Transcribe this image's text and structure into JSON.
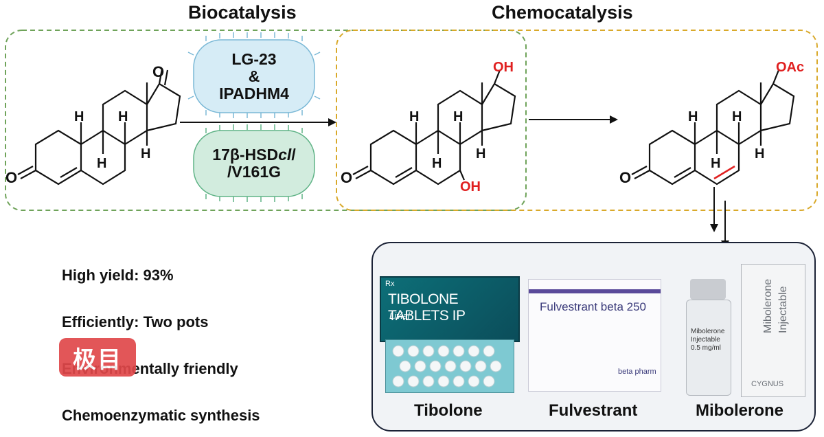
{
  "headers": {
    "left": "Biocatalysis",
    "right": "Chemocatalysis"
  },
  "enzymes": {
    "top_line1": "LG-23",
    "top_line2": "&",
    "top_line3": "IPADHM4",
    "bottom_line1_a": "17β-HSD",
    "bottom_line1_b": "cl",
    "bottom_line1_c": "/",
    "bottom_line2": "/V161G"
  },
  "molecules": {
    "start": {
      "carbonyl_top": "O",
      "carbonyl_left": "O",
      "h1": "H",
      "h2": "H",
      "h3": "H",
      "h4": "H"
    },
    "intermediate": {
      "oh_top": "OH",
      "oh_bottom": "OH",
      "carbonyl_left": "O",
      "h1": "H",
      "h2": "H",
      "h3": "H",
      "h4": "H"
    },
    "product": {
      "oac": "OAc",
      "carbonyl_left": "O",
      "h1": "H",
      "h2": "H",
      "h3": "H",
      "h4": "H"
    }
  },
  "features": [
    "High yield: 93%",
    "Efficiently: Two pots",
    "Environmentally friendly",
    "Chemoenzymatic synthesis"
  ],
  "watermark": "极目",
  "products": [
    {
      "name": "Tibolone",
      "box_line1": "TIBOLONE TABLETS IP",
      "box_line2": "Livial",
      "box_small": "Rx"
    },
    {
      "name": "Fulvestrant",
      "box_line1": "Fulvestrant beta",
      "box_line2": "250",
      "box_brand": "beta pharm"
    },
    {
      "name": "Mibolerone",
      "box_line1": "Mibolerone",
      "box_line2": "Injectable",
      "box_line3": "0.5 mg/ml",
      "box_brand": "CYGNUS"
    }
  ],
  "colors": {
    "green": "#6fa35a",
    "yellow": "#d9a92a",
    "pill_blue": "#d6ecf6",
    "pill_green": "#d2ecde",
    "red": "#e02020"
  }
}
